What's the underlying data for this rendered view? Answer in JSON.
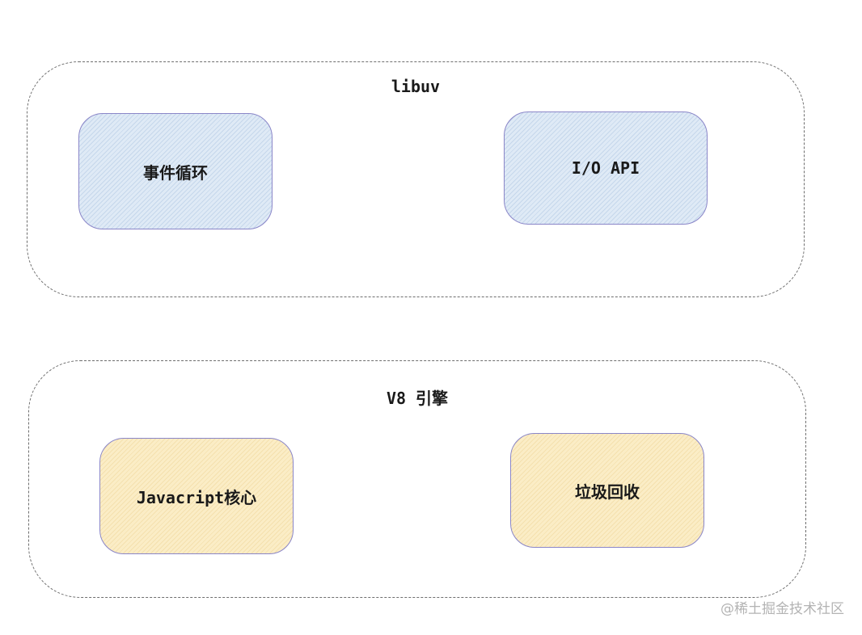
{
  "libuv": {
    "title": "libuv",
    "event_loop": "事件循环",
    "io_api": "I/O API"
  },
  "v8": {
    "title": "V8 引擎",
    "js_core": "Javacript核心",
    "gc": "垃圾回收"
  },
  "watermark": "@稀土掘金技术社区",
  "colors": {
    "libuv_box_fill": "#dfeaf6",
    "v8_box_fill": "#fbedc6",
    "box_border": "#8a86c8",
    "group_border": "#6e6e6e"
  }
}
